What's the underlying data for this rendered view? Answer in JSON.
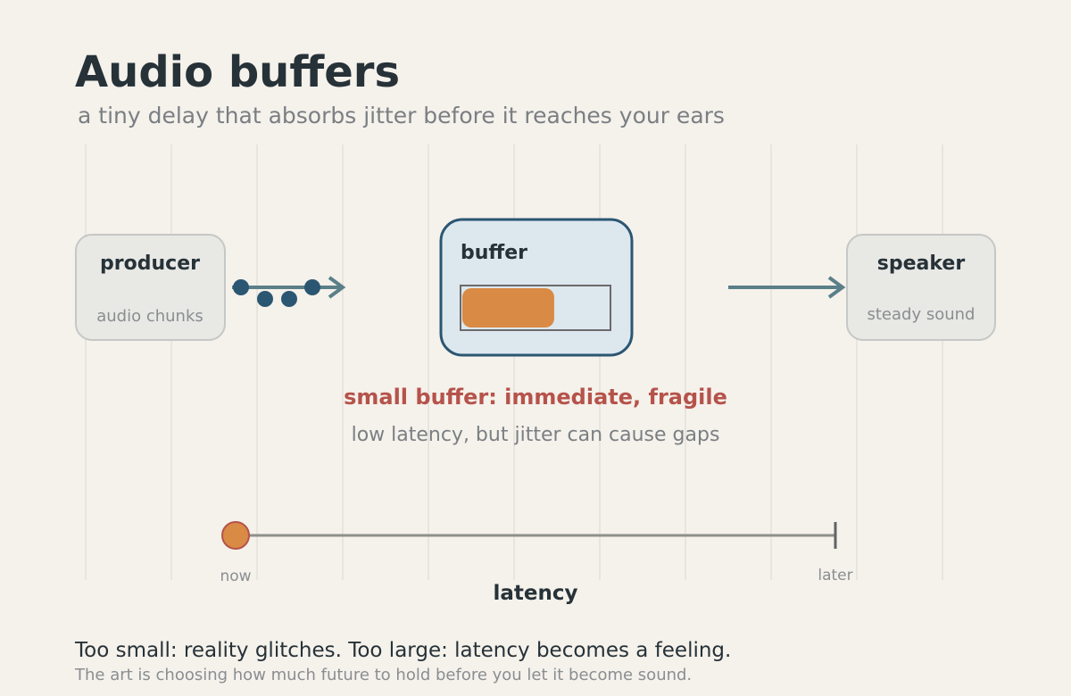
{
  "header": {
    "title": "Audio buffers",
    "subtitle": "a tiny delay that absorbs jitter before it reaches your ears"
  },
  "producer": {
    "title": "producer",
    "subtitle": "audio chunks"
  },
  "buffer": {
    "title": "buffer",
    "fill_fraction": 0.62
  },
  "speaker": {
    "title": "speaker",
    "subtitle": "steady sound"
  },
  "status": {
    "title": "small buffer: immediate, fragile",
    "subtitle": "low latency, but jitter can cause gaps"
  },
  "latency_scale": {
    "label": "latency",
    "start_label": "now",
    "end_label": "later",
    "position": 0.0
  },
  "footer": {
    "main": "Too small: reality glitches. Too large: latency becomes a feeling.",
    "sub": "The art is choosing how much future to hold before you let it become sound."
  },
  "colors": {
    "background": "#f5f1eb",
    "ink": "#263238",
    "muted": "#7a7f83",
    "accent_blue": "#2b5672",
    "arrow_teal": "#5a7f88",
    "fill_orange": "#d98a44",
    "warning_red": "#b5534b",
    "buffer_bg": "#dde7ee",
    "node_bg": "#e8e8e5"
  }
}
